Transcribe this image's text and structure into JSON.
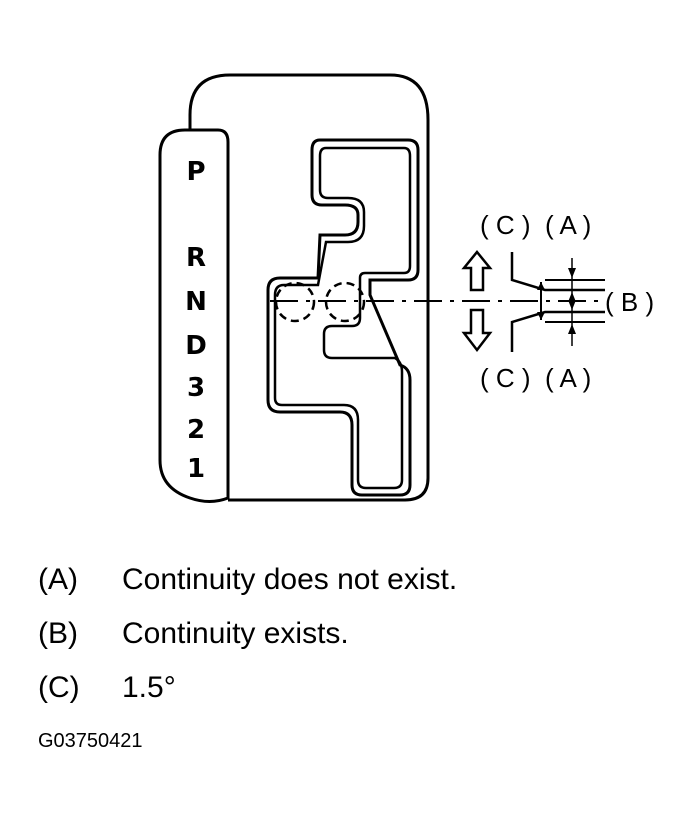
{
  "gear_positions": [
    "P",
    "R",
    "N",
    "D",
    "3",
    "2",
    "1"
  ],
  "labels": {
    "c_top": "( C )",
    "a_top": "( A )",
    "b_right": "( B )",
    "c_bottom": "( C )",
    "a_bottom": "( A )"
  },
  "legend": [
    {
      "key": "(A)",
      "text": "Continuity does not exist."
    },
    {
      "key": "(B)",
      "text": "Continuity exists."
    },
    {
      "key": "(C)",
      "text": "1.5°"
    }
  ],
  "figure_code": "G03750421"
}
